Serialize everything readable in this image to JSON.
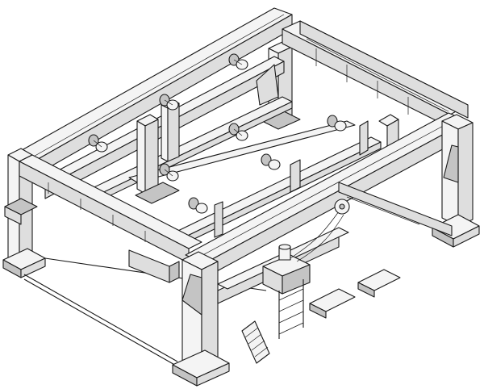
{
  "figure": {
    "colors": {
      "background": "#ffffff",
      "outline": "#1a1a1a",
      "light_face": "#f4f4f4",
      "mid_face": "#dedede",
      "shade_face": "#c4c4c4",
      "dark_face": "#a8a8a8"
    },
    "parts": [
      "corner-column",
      "top-beam",
      "cross-beam",
      "lifting-roller",
      "foot-plate",
      "ladder",
      "hydraulic-unit",
      "cable",
      "gearbox"
    ]
  }
}
